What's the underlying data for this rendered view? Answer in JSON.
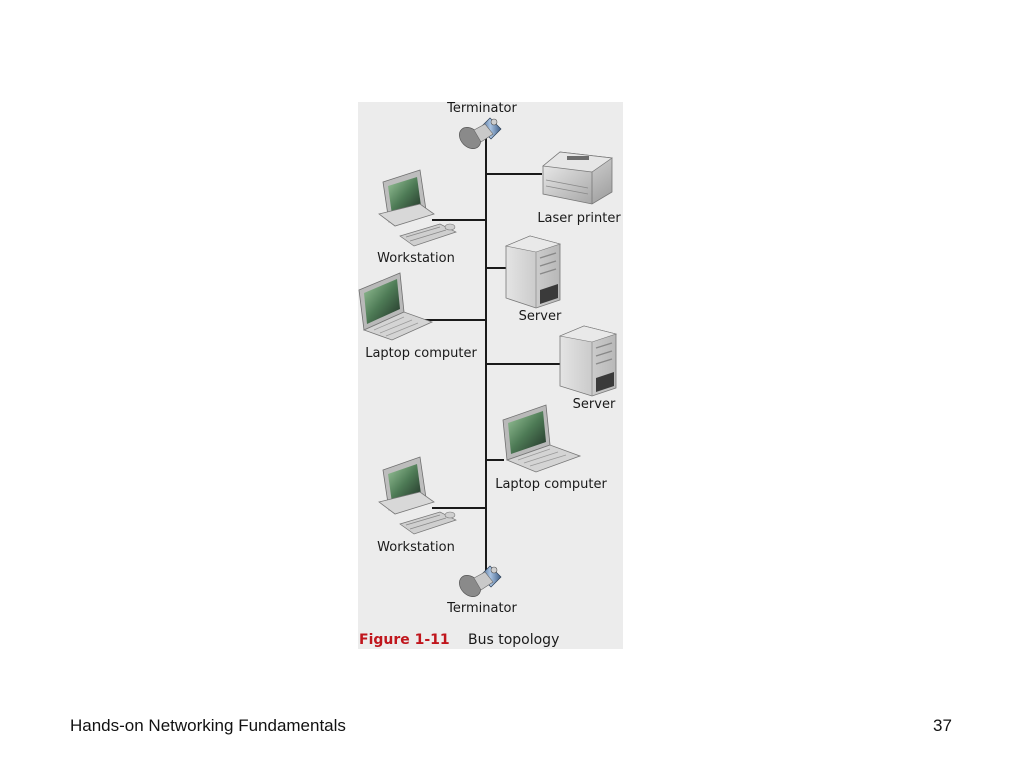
{
  "figure": {
    "caption_number": "Figure 1-11",
    "caption_text": "Bus topology",
    "caption_color": "#c0161d",
    "panel_color": "#ececec"
  },
  "nodes": {
    "terminator_top": "Terminator",
    "laser_printer": "Laser printer",
    "workstation_1": "Workstation",
    "server_1": "Server",
    "laptop_1": "Laptop computer",
    "server_2": "Server",
    "laptop_2": "Laptop computer",
    "workstation_2": "Workstation",
    "terminator_bottom": "Terminator"
  },
  "icons": {
    "terminator": "terminator-icon",
    "printer": "laser-printer-icon",
    "workstation": "workstation-icon",
    "server": "server-icon",
    "laptop": "laptop-icon"
  },
  "footer": {
    "title": "Hands-on Networking Fundamentals",
    "page_number": "37"
  }
}
